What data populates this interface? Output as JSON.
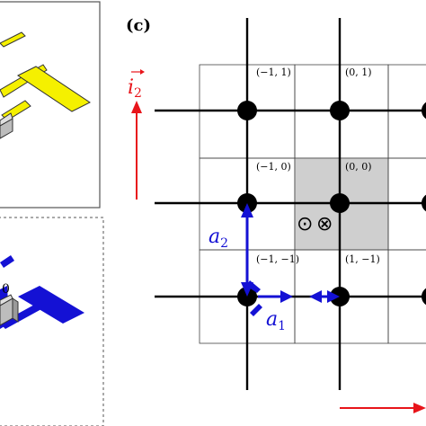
{
  "panel": {
    "label": "(c)"
  },
  "left_panels": {
    "top_value": "0"
  },
  "cell_labels": [
    "(−1, 1)",
    "(0, 1)",
    "(−1, 0)",
    "(0, 0)",
    "(−1, −1)",
    "(1, −1)"
  ],
  "axis": {
    "i2_base": "i",
    "i2_sub": "2"
  },
  "vectors": {
    "a1_base": "a",
    "a1_sub": "1",
    "a2_base": "a",
    "a2_sub": "2"
  },
  "symbols": {
    "dot": "⊙",
    "cross": "⊗"
  },
  "colors": {
    "red": "#e8141a",
    "blue": "#1411d4",
    "yellow": "#f5f000",
    "gray": "#cfcfcf"
  }
}
